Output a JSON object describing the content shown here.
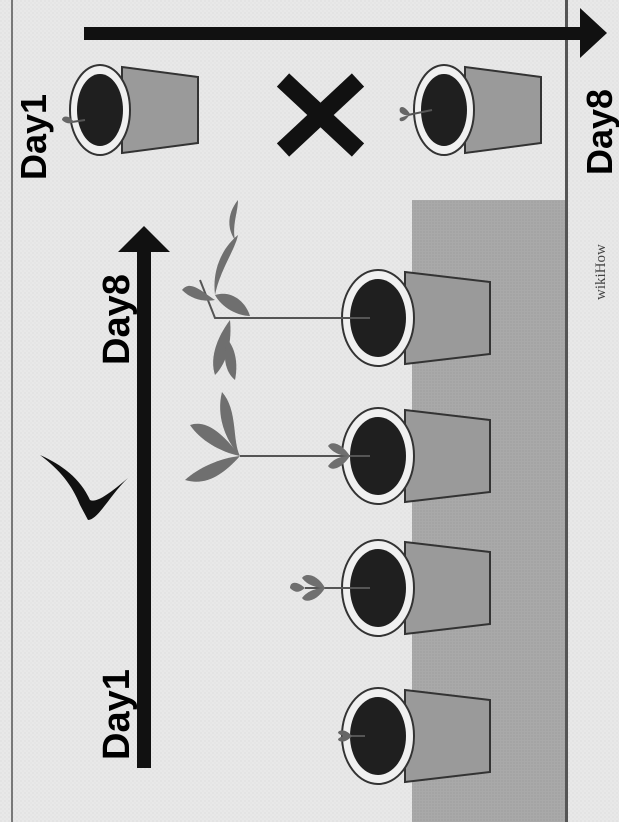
{
  "correct_panel": {
    "marker": "check-mark",
    "arrow": {
      "start_label": "Day1",
      "end_label": "Day8"
    },
    "pots": [
      {
        "stage": "seedling"
      },
      {
        "stage": "small-plant"
      },
      {
        "stage": "medium-plant"
      },
      {
        "stage": "tall-plant"
      }
    ]
  },
  "incorrect_panel": {
    "marker": "x-mark",
    "arrow": {
      "start_label": "Day1",
      "end_label": "Day8"
    },
    "pots": [
      {
        "stage": "seedling"
      },
      {
        "stage": "seedling"
      }
    ]
  },
  "watermark": "wikiHow",
  "colors": {
    "pot": "#9a9a9a",
    "pot_rim": "#f2f2f2",
    "soil": "#1f1f1f",
    "leaf": "#6f6f6f",
    "ground": "#a9a9a9",
    "arrow": "#111111"
  }
}
